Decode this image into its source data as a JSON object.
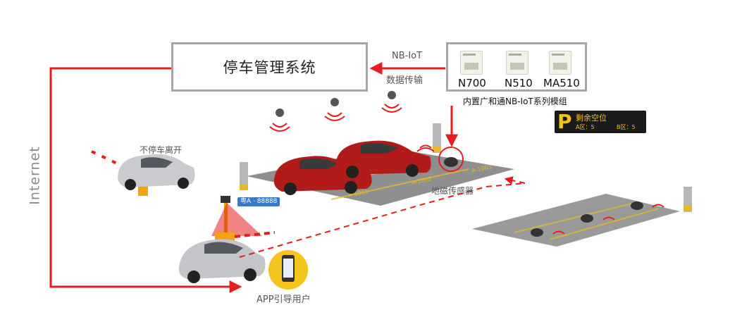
{
  "system_box": {
    "label": "停车管理系统"
  },
  "link": {
    "protocol": "NB-IoT",
    "caption": "数据传输"
  },
  "modules": {
    "items": [
      {
        "name": "N700"
      },
      {
        "name": "N510"
      },
      {
        "name": "MA510"
      }
    ],
    "caption": "内置广和通NB-IoT系列模组"
  },
  "parking_display": {
    "symbol": "P",
    "title": "剩余空位",
    "zone_a": "A区：5",
    "zone_b": "B区：5"
  },
  "exit_gate": {
    "label": "不停车离开"
  },
  "sensor": {
    "label": "地磁传感器"
  },
  "entry_plate": {
    "text": "粤A · 88888"
  },
  "app": {
    "label": "APP引导用户"
  },
  "network": {
    "label": "Internet"
  },
  "colors": {
    "arrow_red": "#e41e1e",
    "box_border": "#a6a6a6",
    "lot_gray": "#8f8f8f",
    "stripe_yellow": "#e7b928"
  },
  "icons": [
    "camera-icon",
    "signal-icon",
    "car-icon",
    "barrier-gate-icon",
    "geomagnetic-sensor-icon",
    "smartphone-icon",
    "nb-iot-module-icon"
  ]
}
